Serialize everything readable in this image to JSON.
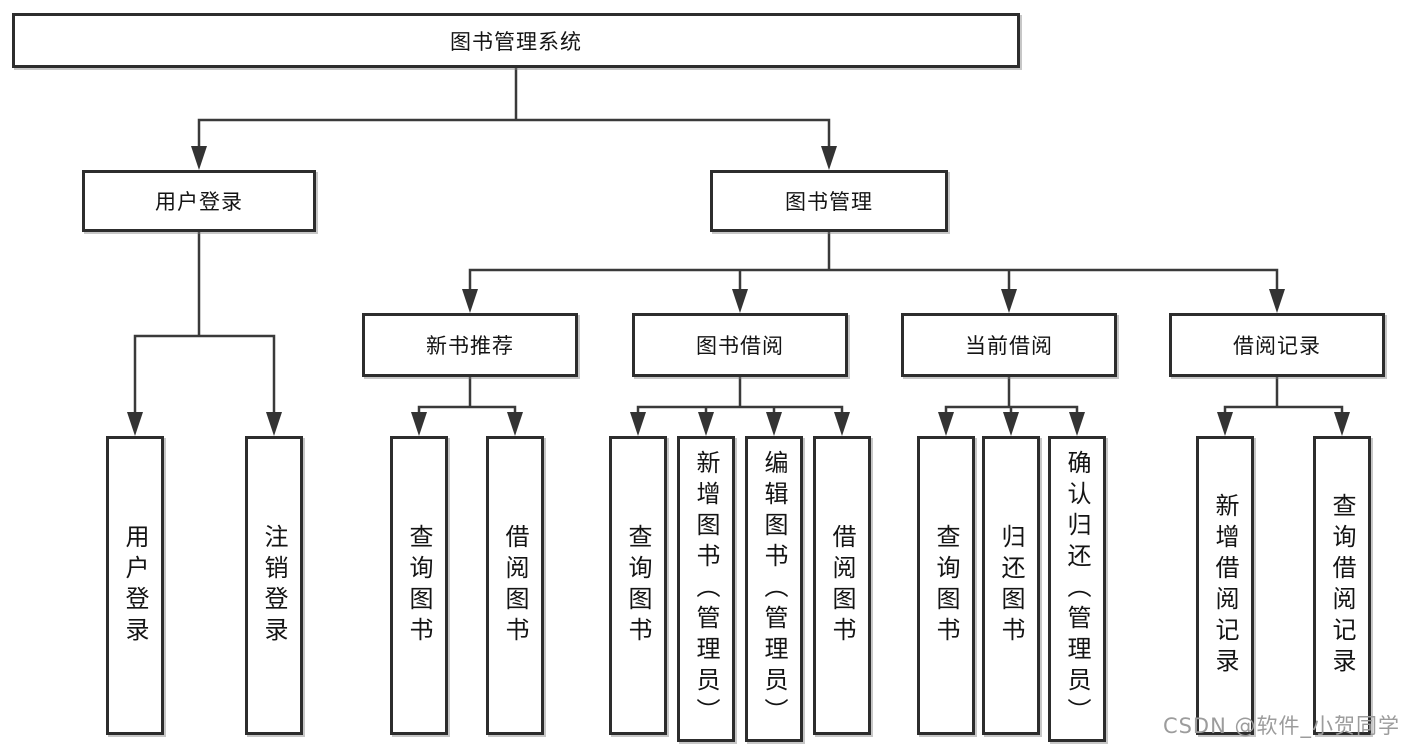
{
  "diagram": {
    "nodes": {
      "root": "图书管理系统",
      "user_login": "用户登录",
      "book_management": "图书管理",
      "new_book_recommend": "新书推荐",
      "book_borrow": "图书借阅",
      "current_borrow": "当前借阅",
      "borrow_records": "借阅记录",
      "leaf_user_login": "用户登录",
      "leaf_logout_login": "注销登录",
      "leaf_query_book_recommend": "查询图书",
      "leaf_borrow_book_recommend": "借阅图书",
      "leaf_query_book_borrow": "查询图书",
      "leaf_add_book_admin": "新增图书（管理员）",
      "leaf_edit_book_admin": "编辑图书（管理员）",
      "leaf_borrow_book_borrow": "借阅图书",
      "leaf_query_book_current": "查询图书",
      "leaf_return_book": "归还图书",
      "leaf_confirm_return_admin": "确认归还（管理员）",
      "leaf_add_borrow_record": "新增借阅记录",
      "leaf_query_borrow_record": "查询借阅记录"
    },
    "colors": {
      "line": "#3a3a3a",
      "box_border": "#2d2d2d",
      "text": "#141414",
      "background": "#ffffff",
      "watermark": "#9c9c9c"
    }
  },
  "watermark": {
    "text": "CSDN @软件_小贺同学"
  }
}
